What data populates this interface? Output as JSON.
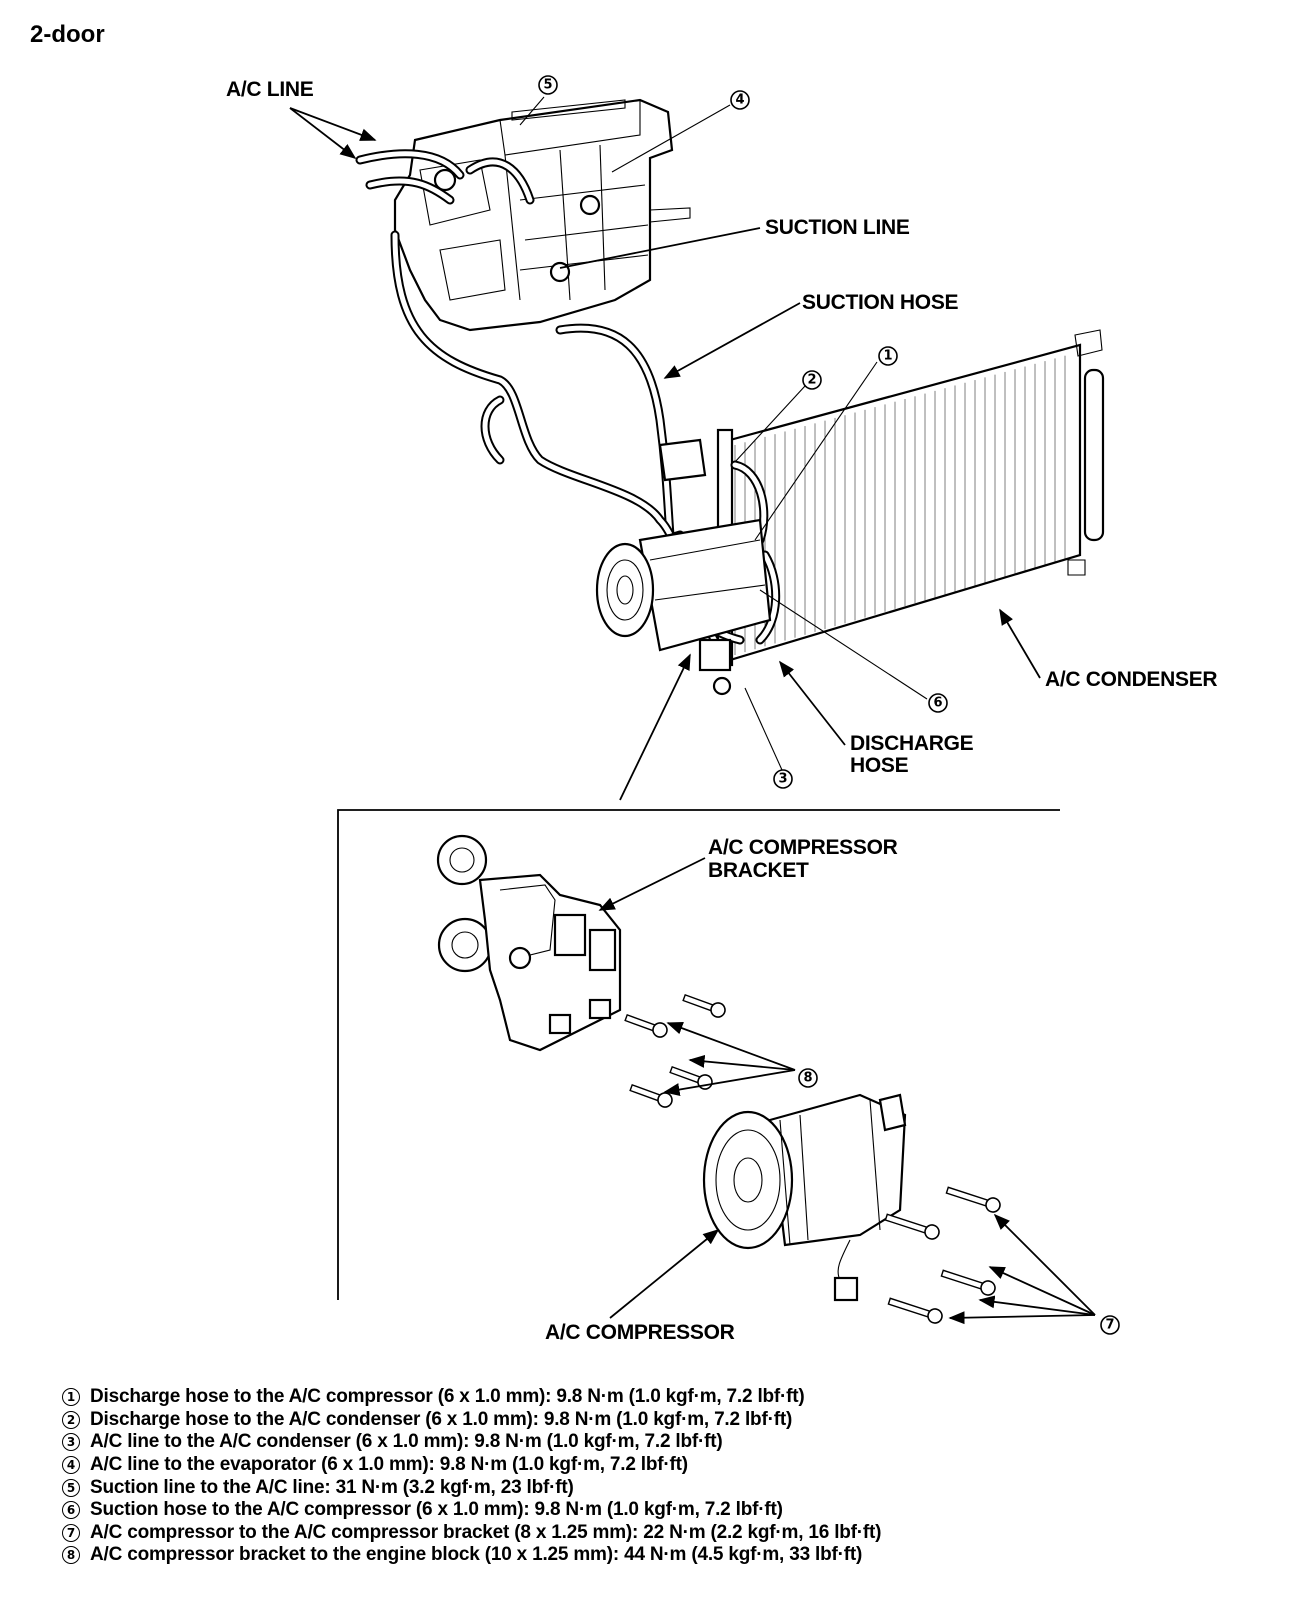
{
  "title": "2-door",
  "labels": {
    "ac_line": "A/C LINE",
    "suction_line": "SUCTION LINE",
    "suction_hose": "SUCTION HOSE",
    "ac_condenser": "A/C CONDENSER",
    "discharge_hose_1": "DISCHARGE",
    "discharge_hose_2": "HOSE",
    "compressor_bracket_1": "A/C COMPRESSOR",
    "compressor_bracket_2": "BRACKET",
    "ac_compressor": "A/C COMPRESSOR"
  },
  "callouts": {
    "n1": "1",
    "n2": "2",
    "n3": "3",
    "n4": "4",
    "n5": "5",
    "n6": "6",
    "n7": "7",
    "n8": "8"
  },
  "legend": [
    {
      "num": "1",
      "text": "Discharge hose to the A/C compressor (6 x 1.0 mm): 9.8 N·m (1.0 kgf·m, 7.2 lbf·ft)"
    },
    {
      "num": "2",
      "text": "Discharge hose to the A/C condenser (6 x 1.0 mm): 9.8 N·m (1.0 kgf·m, 7.2 lbf·ft)"
    },
    {
      "num": "3",
      "text": "A/C line to the A/C condenser (6 x 1.0 mm): 9.8 N·m (1.0 kgf·m, 7.2 lbf·ft)"
    },
    {
      "num": "4",
      "text": "A/C line to the evaporator (6 x 1.0 mm): 9.8 N·m (1.0 kgf·m, 7.2 lbf·ft)"
    },
    {
      "num": "5",
      "text": "Suction line to the A/C line: 31 N·m (3.2 kgf·m, 23 lbf·ft)"
    },
    {
      "num": "6",
      "text": "Suction hose to the A/C compressor (6 x 1.0 mm): 9.8 N·m (1.0 kgf·m, 7.2 lbf·ft)"
    },
    {
      "num": "7",
      "text": "A/C compressor to the A/C compressor bracket (8 x 1.25 mm): 22 N·m (2.2 kgf·m, 16 lbf·ft)"
    },
    {
      "num": "8",
      "text": "A/C compressor bracket to the engine block (10 x 1.25 mm): 44 N·m (4.5 kgf·m, 33 lbf·ft)"
    }
  ]
}
